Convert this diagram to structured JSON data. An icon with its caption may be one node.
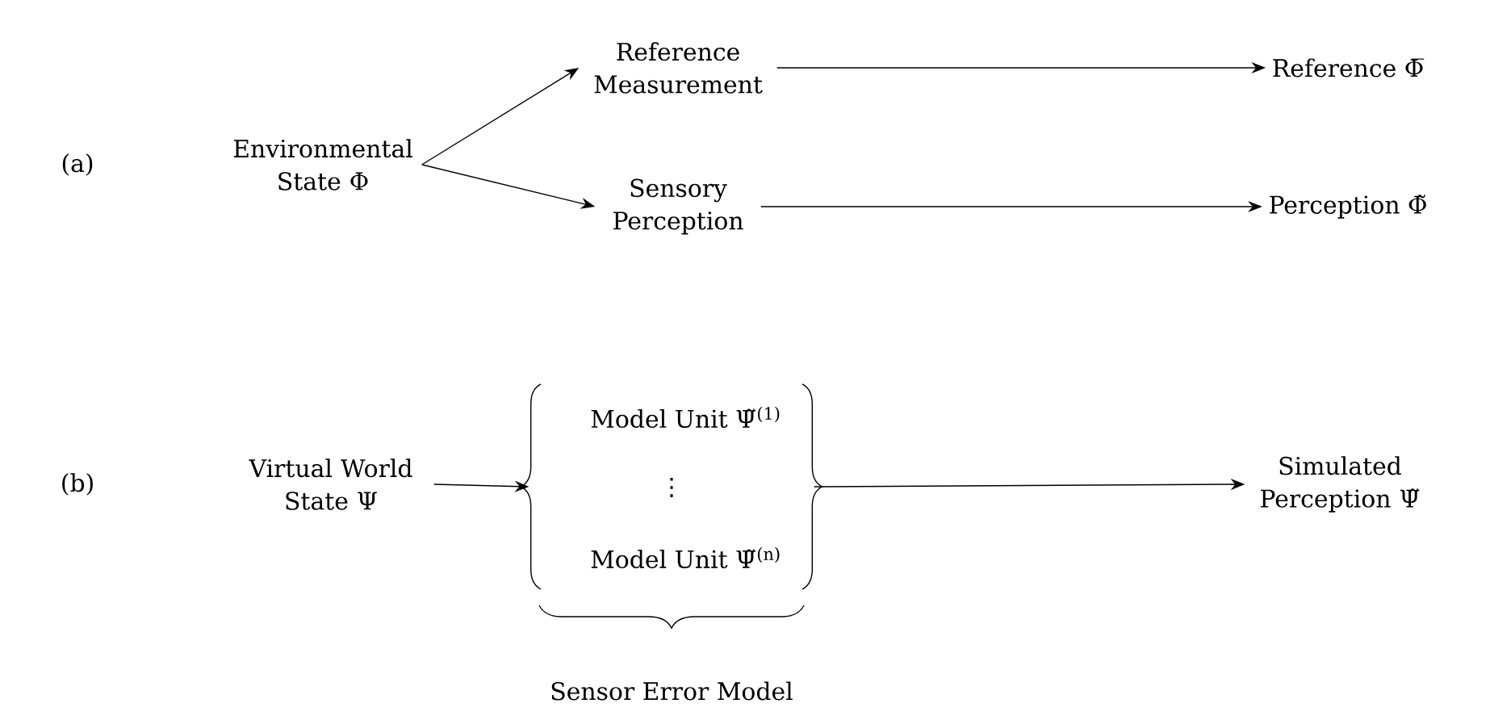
{
  "diagram": {
    "nodes": [
      {
        "text": [
          "Environmental State Φ"
        ]
      },
      {
        "text": [
          "Reference Measurement"
        ]
      },
      {
        "text": [
          "Sensory Perception"
        ]
      },
      {
        "text": [
          "Reference Φ̅"
        ]
      },
      {
        "text": [
          "Perception Φ̃"
        ]
      },
      {
        "text": [
          "Virtual World State Ψ"
        ]
      },
      {
        "text": [
          "Sensor Error Model"
        ]
      },
      {
        "text": [
          "Model Unit Ψ̃$^{(1)}$"
        ],
        "in": 6
      },
      {
        "text": [
          "Model Unit Ψ̃$^{(n)}$"
        ],
        "in": 6
      },
      {
        "text": [
          "Simulated Perception Ψ̃"
        ]
      }
    ],
    "edges": [
      {
        "from": 0,
        "to": 1,
        "arrow": "to"
      },
      {
        "from": 0,
        "to": 2,
        "arrow": "to"
      },
      {
        "from": 1,
        "to": 3,
        "arrow": "to"
      },
      {
        "from": 2,
        "to": 4,
        "arrow": "to"
      },
      {
        "from": 5,
        "to": 6,
        "arrow": "to"
      },
      {
        "from": 6,
        "to": 9,
        "arrow": "to"
      }
    ],
    "labels": [
      "(a)",
      "(b)",
      "⋮"
    ]
  }
}
